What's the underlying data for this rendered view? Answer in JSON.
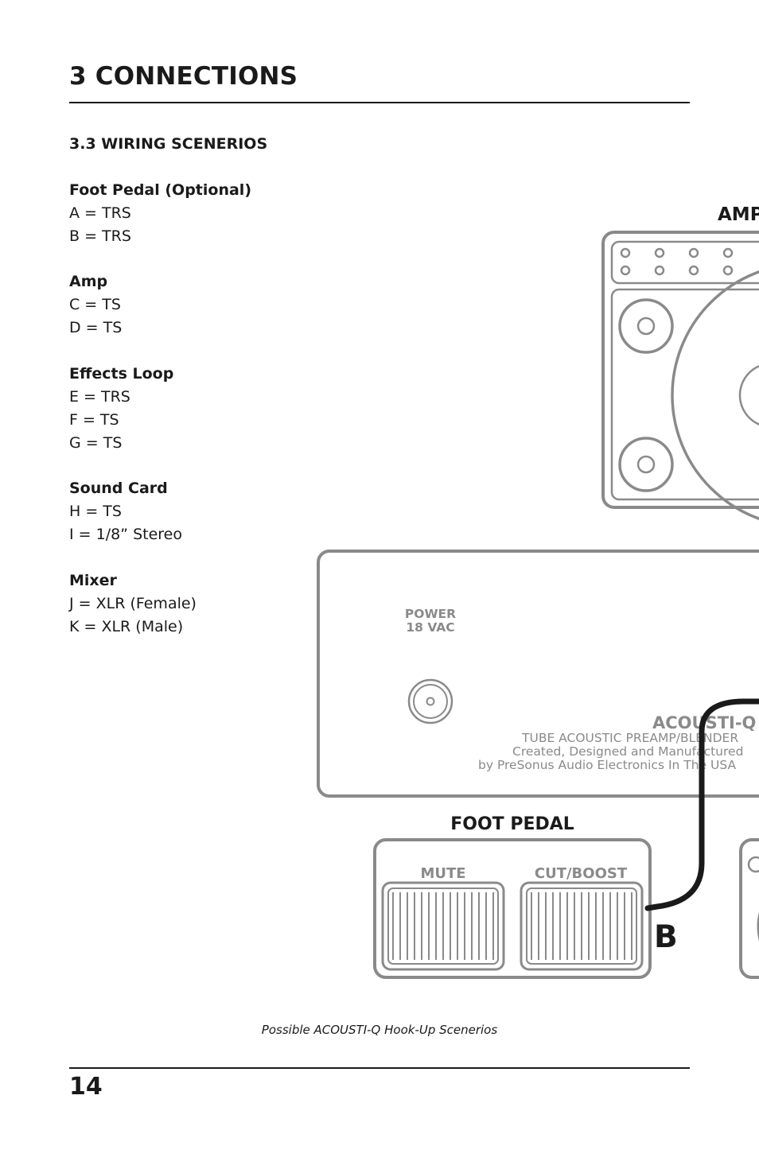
{
  "header": {
    "title": "3 CONNECTIONS",
    "subtitle": "3.3 WIRING SCENERIOS"
  },
  "legend": [
    {
      "heading": "Foot Pedal (Optional)",
      "items": [
        "A = TRS",
        "B = TRS"
      ]
    },
    {
      "heading": "Amp",
      "items": [
        "C = TS",
        "D = TS"
      ]
    },
    {
      "heading": "Effects Loop",
      "items": [
        "E = TRS",
        "F = TS",
        "G = TS"
      ]
    },
    {
      "heading": "Sound Card",
      "items": [
        "H = TS",
        "I = 1/8” Stereo"
      ]
    },
    {
      "heading": "Mixer",
      "items": [
        "J = XLR (Female)",
        "K = XLR (Male)"
      ]
    }
  ],
  "diagram": {
    "amp_label": "AMP",
    "power_line1": "POWER",
    "power_line2": "18 VAC",
    "brand": "ACOUSTI-Q",
    "brand_line1": "TUBE ACOUSTIC PREAMP/BLENDER",
    "brand_line2": "Created, Designed and Manufactured",
    "brand_line3": "by PreSonus Audio Electronics In The USA",
    "pedal_title": "FOOT PEDAL",
    "mute_label": "MUTE",
    "cutboost_label": "CUT/BOOST",
    "connector_b": "B"
  },
  "caption": "Possible ACOUSTI-Q Hook-Up Scenerios",
  "footer": {
    "page_number": "14"
  },
  "colors": {
    "ink": "#1a1a1a",
    "device_gray": "#8a8a8a",
    "cable": "#1a1a1a"
  }
}
